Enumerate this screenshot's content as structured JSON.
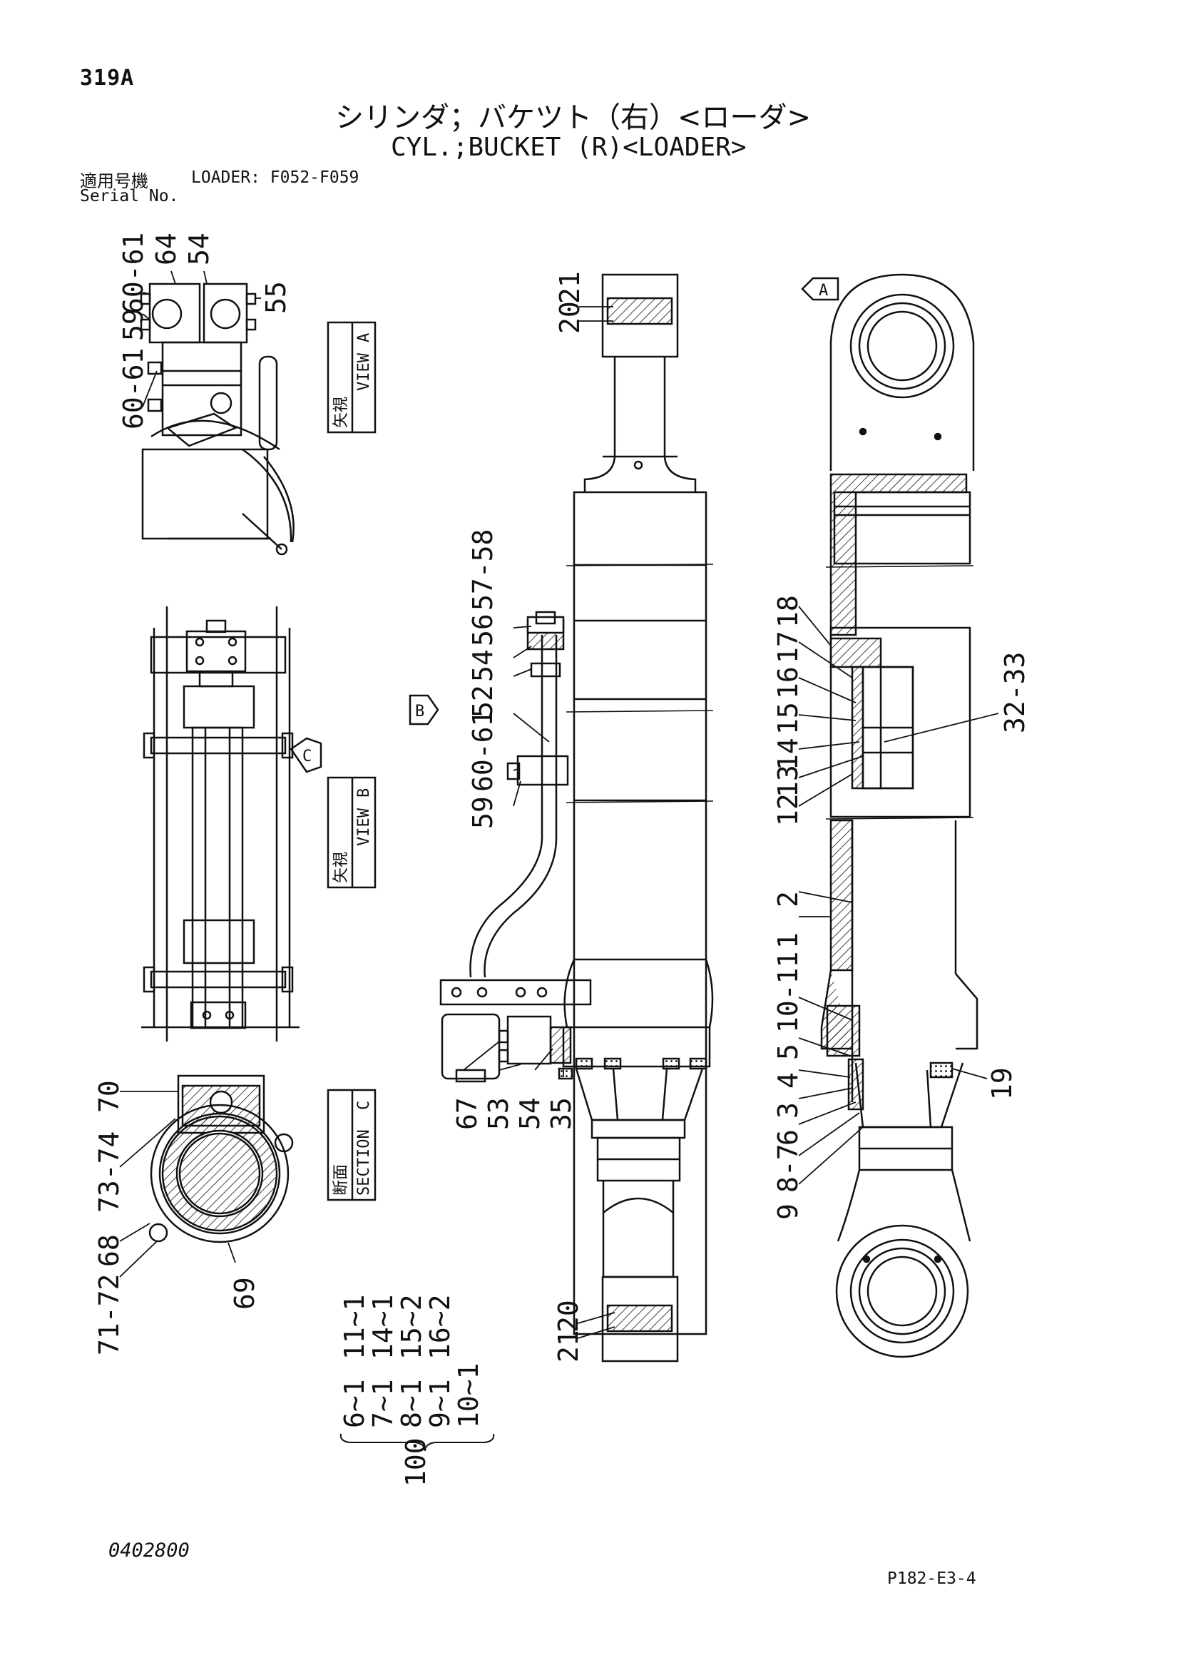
{
  "page_number": "319A",
  "title_jp": "シリンダ；バケツト（右）<ローダ>",
  "title_en": "CYL.;BUCKET (R)<LOADER>",
  "serial_jp": "適用号機",
  "serial_label": "LOADER: F052-F059",
  "serial_en": "Serial No.",
  "doc_code": "0402800",
  "figure_ref": "P182-E3-4",
  "views": {
    "a": {
      "jp": "矢視",
      "en": "VIEW",
      "letter": "A"
    },
    "b": {
      "jp": "矢視",
      "en": "VIEW",
      "letter": "B"
    },
    "c": {
      "jp": "断面",
      "en": "SECTION",
      "letter": "C"
    }
  },
  "arrows": {
    "a": "A",
    "b": "B",
    "c": "C"
  },
  "callouts": {
    "view_a": [
      "60-61",
      "59",
      "60-61",
      "64",
      "54",
      "55"
    ],
    "section_c": [
      "70",
      "73-74",
      "68",
      "71-72",
      "69"
    ],
    "tube_top": [
      "20",
      "21"
    ],
    "tube_pipe": [
      "57-58",
      "56",
      "54",
      "52",
      "60-61",
      "59"
    ],
    "tube_bottom": [
      "67",
      "53",
      "54",
      "35"
    ],
    "rod_bottom": [
      "21",
      "20"
    ],
    "right_upper": [
      "18",
      "17",
      "16",
      "15",
      "14",
      "13",
      "12",
      "32-33"
    ],
    "right_mid": [
      "2",
      "1"
    ],
    "right_lower": [
      "10-11",
      "5",
      "4",
      "3",
      "6",
      "8-7",
      "9",
      "19"
    ]
  },
  "kit": {
    "rows": [
      [
        "6~1",
        "11~1"
      ],
      [
        "7~1",
        "14~1"
      ],
      [
        "8~1",
        "15~2"
      ],
      [
        "9~1",
        "16~2"
      ],
      [
        "10~1",
        ""
      ]
    ],
    "total": "100"
  }
}
